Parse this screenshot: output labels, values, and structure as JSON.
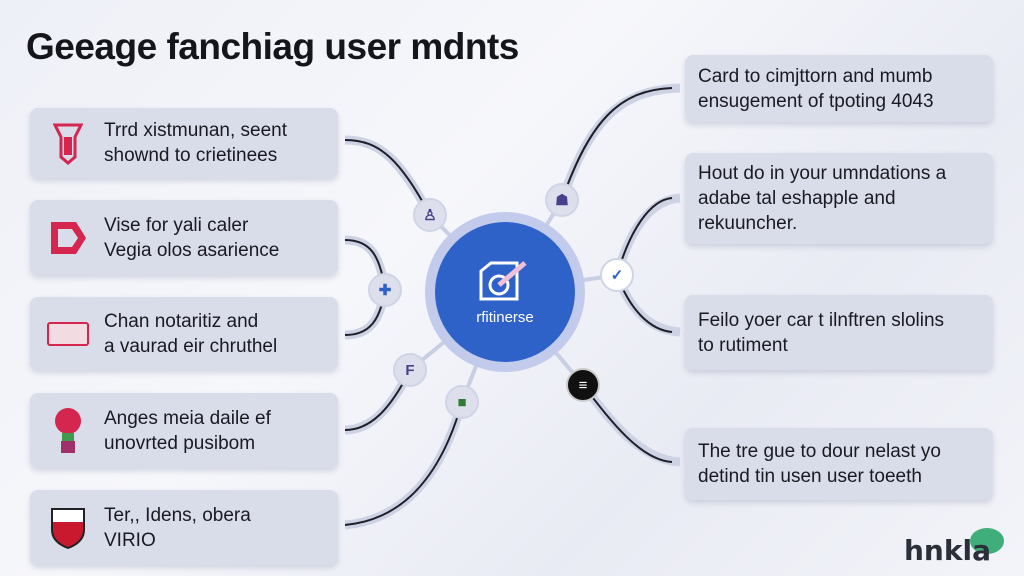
{
  "title": "Geeage fanchiag user mdnts",
  "hub": {
    "label": "rfitinerse"
  },
  "left_cards": [
    {
      "line1": "Trrd xistmunan, seent",
      "line2": "shownd to crietinees",
      "icon": "tooth-icon"
    },
    {
      "line1": "Vise for yali caler",
      "line2": "Vegia olos asarience",
      "icon": "d-logo-icon"
    },
    {
      "line1": "Chan notaritiz and",
      "line2": "a vaurad eir chruthel",
      "icon": "stamp-icon"
    },
    {
      "line1": "Anges meia daile ef",
      "line2": "unovrted pusibom",
      "icon": "flower-pot-icon"
    },
    {
      "line1": "Ter,, Idens, obera",
      "line2": "VIRIO",
      "icon": "mask-shield-icon"
    }
  ],
  "right_cards": [
    {
      "line1": "Card to cimjttorn and mumb",
      "line2": "ensugement of tpoting 4043"
    },
    {
      "line1": "Hout do in your umndations a",
      "line2": "adabe tal eshapple and",
      "line3": "rekuuncher."
    },
    {
      "line1": "Feilo yoer car t ilnftren slolins",
      "line2": "to rutiment"
    },
    {
      "line1": "The tre gue to dour nelast yo",
      "line2": "detind tin usen user toeeth"
    }
  ],
  "logo": {
    "text": "hnkla"
  },
  "colors": {
    "hub": "#2f62c8",
    "accent_red": "#d4264f",
    "card": "#d9dce9"
  }
}
